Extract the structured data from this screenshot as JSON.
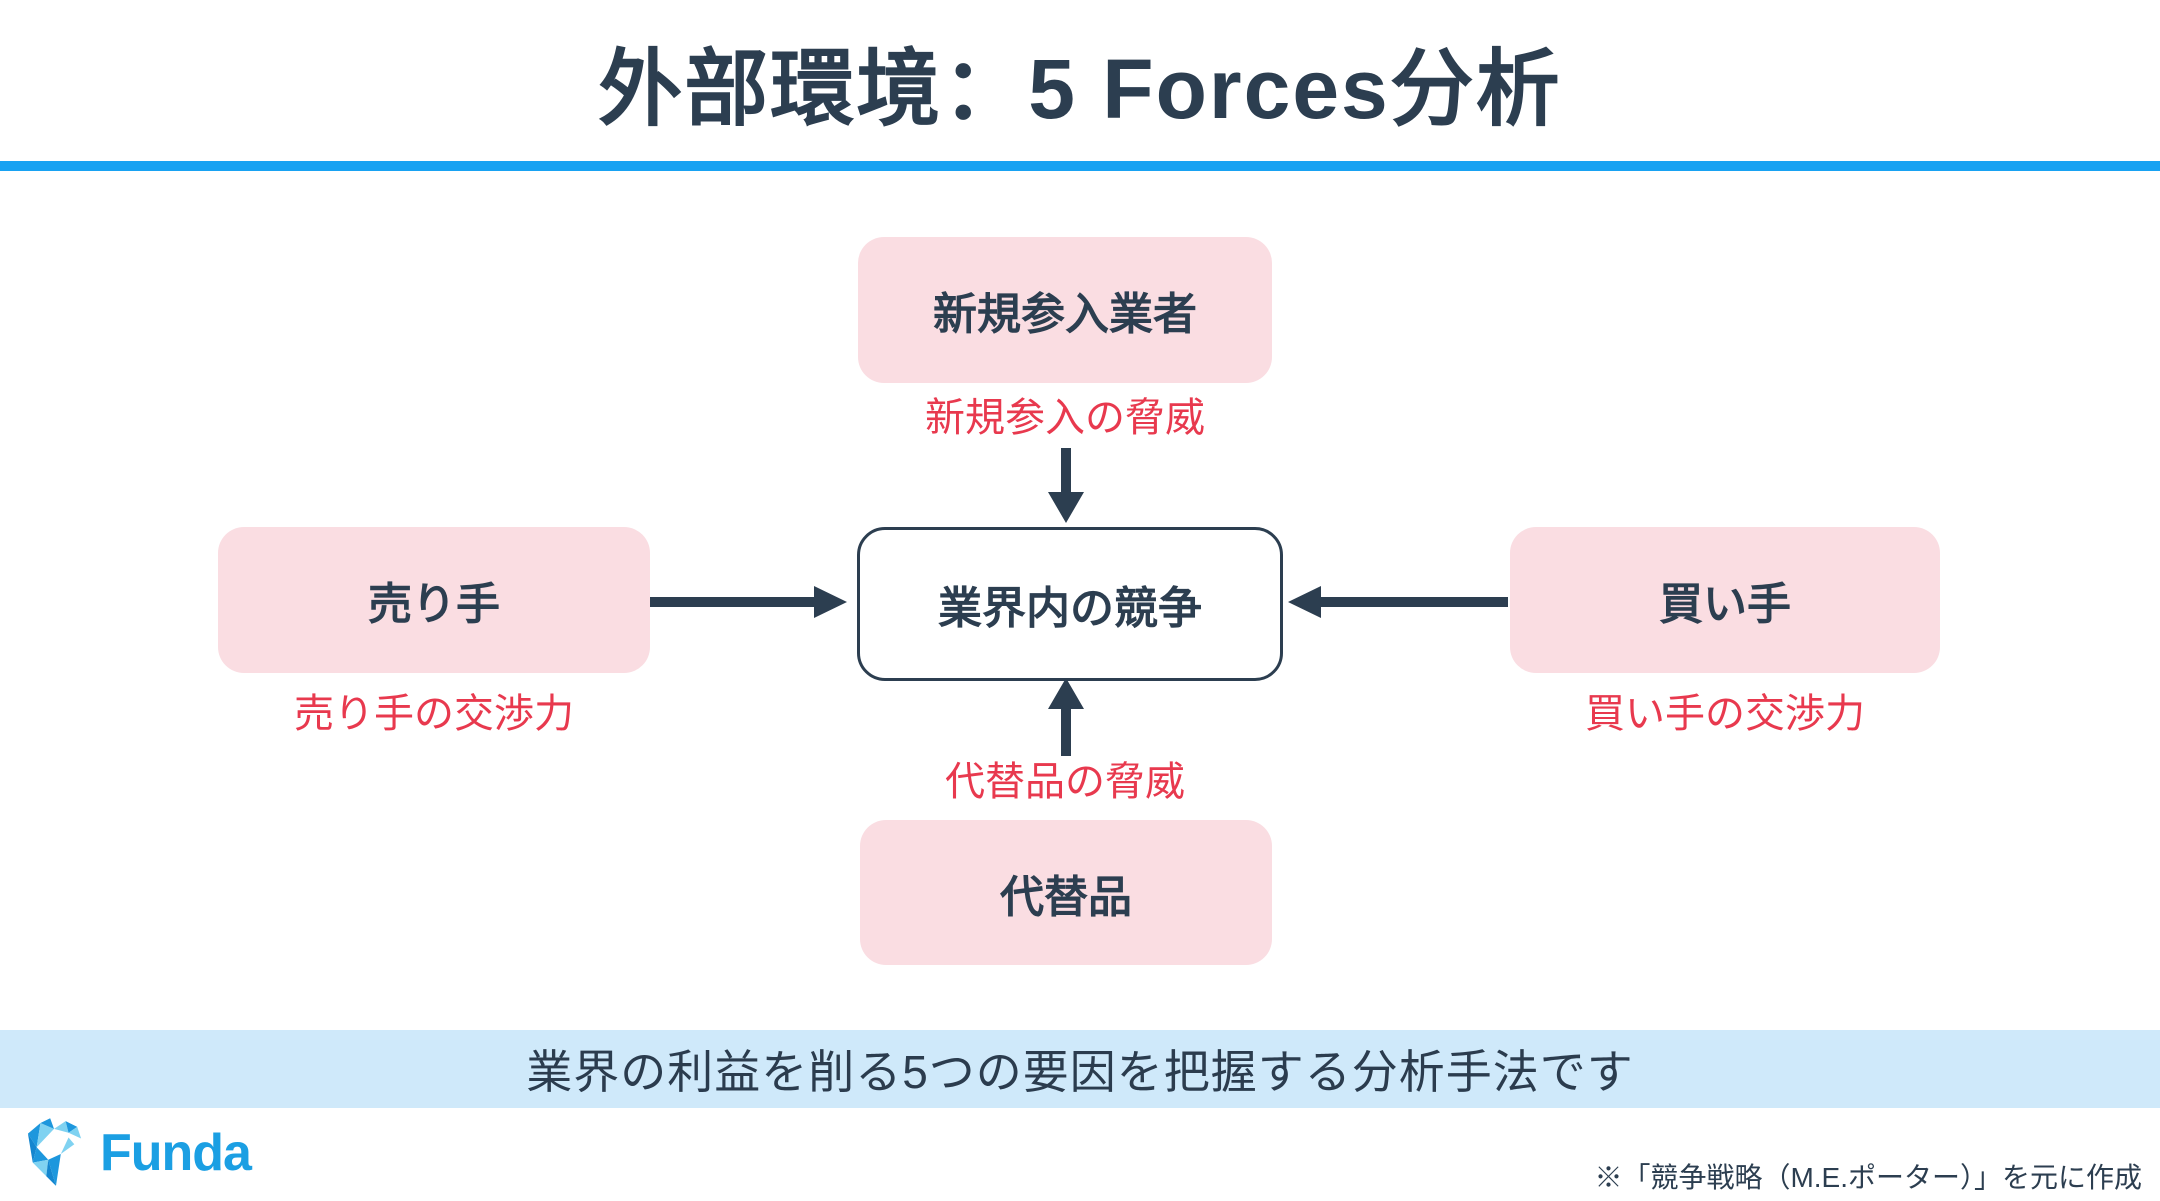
{
  "title": "外部環境：5 Forces分析",
  "colors": {
    "heading_text": "#2c3e50",
    "divider_blue": "#18a2f2",
    "box_pink": "#fadde2",
    "force_red": "#e8394e",
    "banner_blue": "#cfe9fa",
    "brand_blue": "#1b9fe3"
  },
  "diagram": {
    "center_box": "業界内の競争",
    "top_box": "新規参入業者",
    "top_force": "新規参入の脅威",
    "left_box": "売り手",
    "left_force": "売り手の交渉力",
    "right_box": "買い手",
    "right_force": "買い手の交渉力",
    "bottom_box": "代替品",
    "bottom_force": "代替品の脅威",
    "arrows": [
      "top-to-center",
      "bottom-to-center",
      "left-to-center",
      "right-to-center"
    ]
  },
  "banner": "業界の利益を削る5つの要因を把握する分析手法です",
  "footer": {
    "brand": "Funda",
    "brand_icon": "funda-gem-icon",
    "note": "※「競争戦略（M.E.ポーター）」を元に作成"
  }
}
